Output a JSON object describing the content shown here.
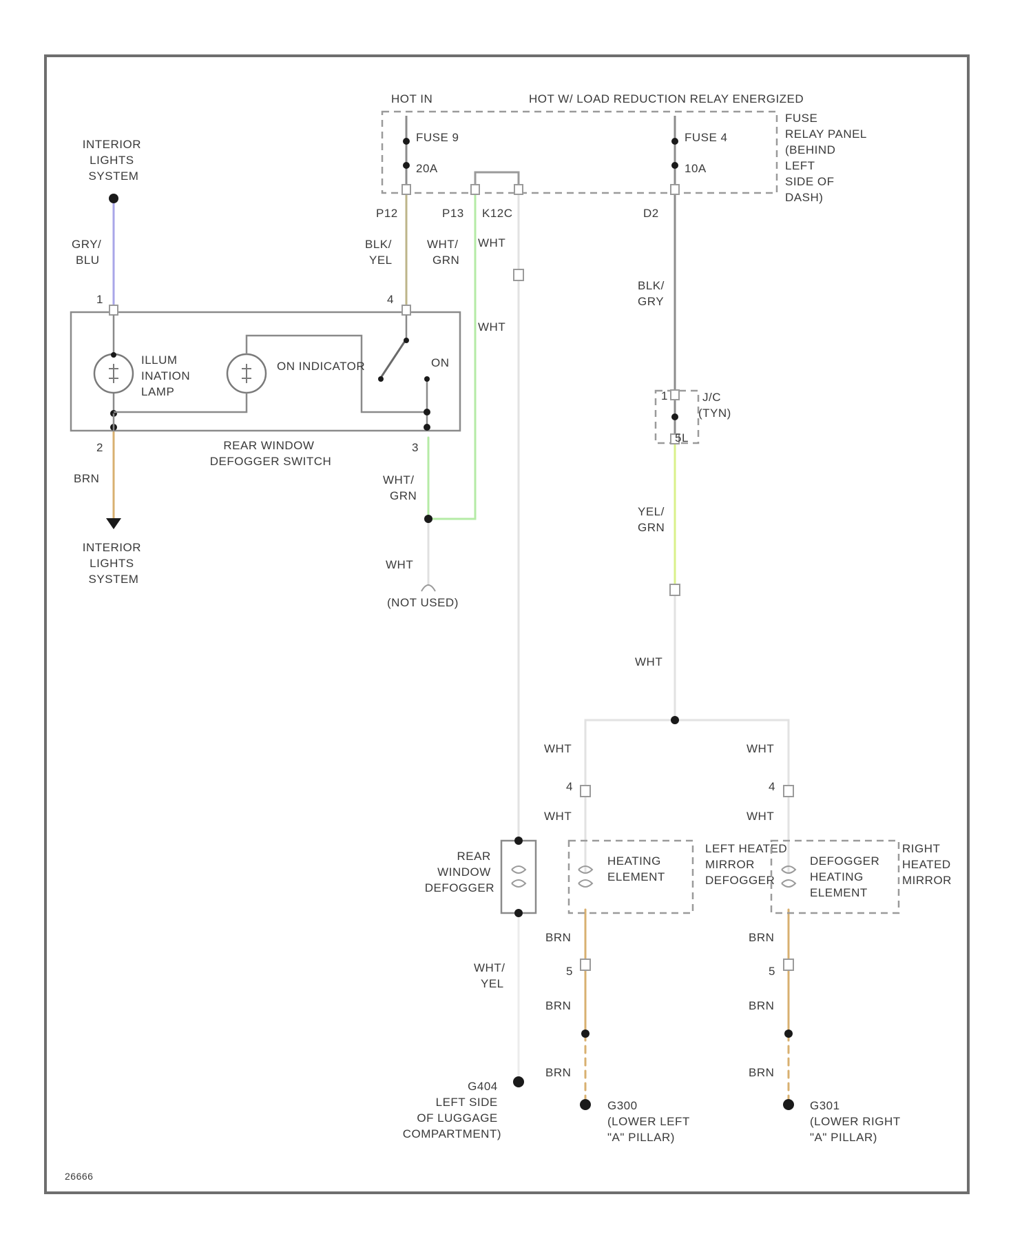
{
  "title": {
    "hot_at_all_times": "HOT IN",
    "hot_relay": "HOT W/ LOAD REDUCTION RELAY ENERGIZED"
  },
  "fuse_panel": {
    "fuse_a_name": "FUSE 9",
    "fuse_a_rating": "20A",
    "fuse_b_name": "FUSE 4",
    "fuse_b_rating": "10A",
    "location": [
      "FUSE",
      "RELAY PANEL",
      "(BEHIND",
      "LEFT",
      "SIDE OF",
      "DASH)"
    ],
    "pin_a": "P12",
    "pin_b": "P13",
    "pin_c": "K12C",
    "pin_d": "D2"
  },
  "interior_lights_top": [
    "INTERIOR",
    "LIGHTS",
    "SYSTEM"
  ],
  "interior_lights_bottom": [
    "INTERIOR",
    "LIGHTS",
    "SYSTEM"
  ],
  "wires": {
    "gry_blu": [
      "GRY/",
      "BLU"
    ],
    "blk_yel": [
      "BLK/",
      "YEL"
    ],
    "wht_grn_top": [
      "WHT/",
      "GRN"
    ],
    "wht_top": "WHT",
    "wht_mid": "WHT",
    "blk_gry": [
      "BLK/",
      "GRY"
    ],
    "brn_switch": "BRN",
    "wht_grn_switch": [
      "WHT/",
      "GRN"
    ],
    "wht_unused": "WHT",
    "yel_grn": [
      "YEL/",
      "GRN"
    ],
    "wht_after_jc": "WHT",
    "wht_left_1": "WHT",
    "wht_left_2": "WHT",
    "wht_right_1": "WHT",
    "wht_right_2": "WHT",
    "wht_yel": [
      "WHT/",
      "YEL"
    ],
    "brn_left_1": "BRN",
    "brn_left_2": "BRN",
    "brn_left_3": "BRN",
    "brn_right_1": "BRN",
    "brn_right_2": "BRN",
    "brn_right_3": "BRN"
  },
  "switch": {
    "pin_1": "1",
    "pin_4": "4",
    "pin_2": "2",
    "pin_3": "3",
    "illum_lamp": [
      "ILLUM",
      "INATION",
      "LAMP"
    ],
    "on_indicator": "ON INDICATOR",
    "on_label": "ON",
    "name": [
      "REAR WINDOW",
      "DEFOGGER SWITCH"
    ]
  },
  "not_used": "(NOT USED)",
  "junction": {
    "pin_top": "1",
    "pin_bottom": "5L",
    "label": [
      "J/C",
      "(TYN)"
    ]
  },
  "rear_defogger": [
    "REAR",
    "WINDOW",
    "DEFOGGER"
  ],
  "left_mirror": {
    "element": [
      "HEATING",
      "ELEMENT"
    ],
    "name": [
      "LEFT HEATED",
      "MIRROR",
      "DEFOGGER"
    ],
    "pin_in": "4",
    "pin_out": "5"
  },
  "right_mirror": {
    "element": [
      "DEFOGGER",
      "HEATING",
      "ELEMENT"
    ],
    "name": [
      "RIGHT",
      "HEATED",
      "MIRROR"
    ],
    "pin_in": "4",
    "pin_out": "5"
  },
  "grounds": {
    "rear": [
      "G404",
      "LEFT SIDE",
      "OF LUGGAGE",
      "COMPARTMENT)"
    ],
    "left": [
      "G300",
      "(LOWER LEFT",
      "\"A\" PILLAR)"
    ],
    "right": [
      "G301",
      "(LOWER RIGHT",
      "\"A\" PILLAR)"
    ]
  },
  "diagram_code": "26666",
  "colors": {
    "frame": "#6e6e6e",
    "black_wire": "#8c8c8c",
    "gray_blue_wire": "#a9a6e8",
    "black_yellow_wire": "#bdb58a",
    "white_green_wire": "#b5eba6",
    "brown_wire": "#d8b070",
    "yellow_green_wire": "#d9f08a",
    "white_wire": "#e2e2e2"
  }
}
